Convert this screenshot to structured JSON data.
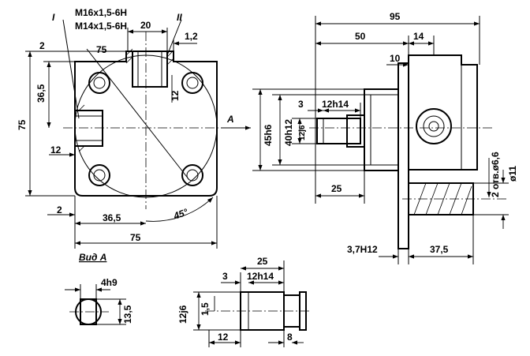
{
  "labels": {
    "thread_m16": "M16x1,5-6H",
    "thread_m14": "M14x1,5-6H",
    "section_1": "I",
    "section_2": "II",
    "view_a": "Вид А",
    "arrow_a": "A",
    "angle_45": "45°"
  },
  "front": {
    "d_20": "20",
    "d_1_2": "1,2",
    "d_75_diag": "75",
    "d_2_top": "2",
    "d_36_5_v": "36,5",
    "d_75_v": "75",
    "d_12_side": "12",
    "d_12_port": "12",
    "d_2_bottom": "2",
    "d_36_5_h": "36,5",
    "d_75_h": "75"
  },
  "side": {
    "d_95": "95",
    "d_50": "50",
    "d_14": "14",
    "d_10": "10",
    "d_45h6": "45h6",
    "d_40h12": "40h12",
    "d_12j6": "12j6",
    "d_3": "3",
    "d_12h14": "12h14",
    "d_25": "25",
    "d_holes": "2 отв.ø6,6",
    "d_11": "ø11",
    "d_3_7H12": "3,7H12",
    "d_37_5": "37,5"
  },
  "view_a_dims": {
    "d_4h9": "4h9",
    "d_13_5": "13,5"
  },
  "shaft": {
    "d_25": "25",
    "d_3": "3",
    "d_12h14": "12h14",
    "d_12j6": "12j6",
    "d_1_5": "1,5",
    "d_12": "12",
    "d_8": "8"
  }
}
